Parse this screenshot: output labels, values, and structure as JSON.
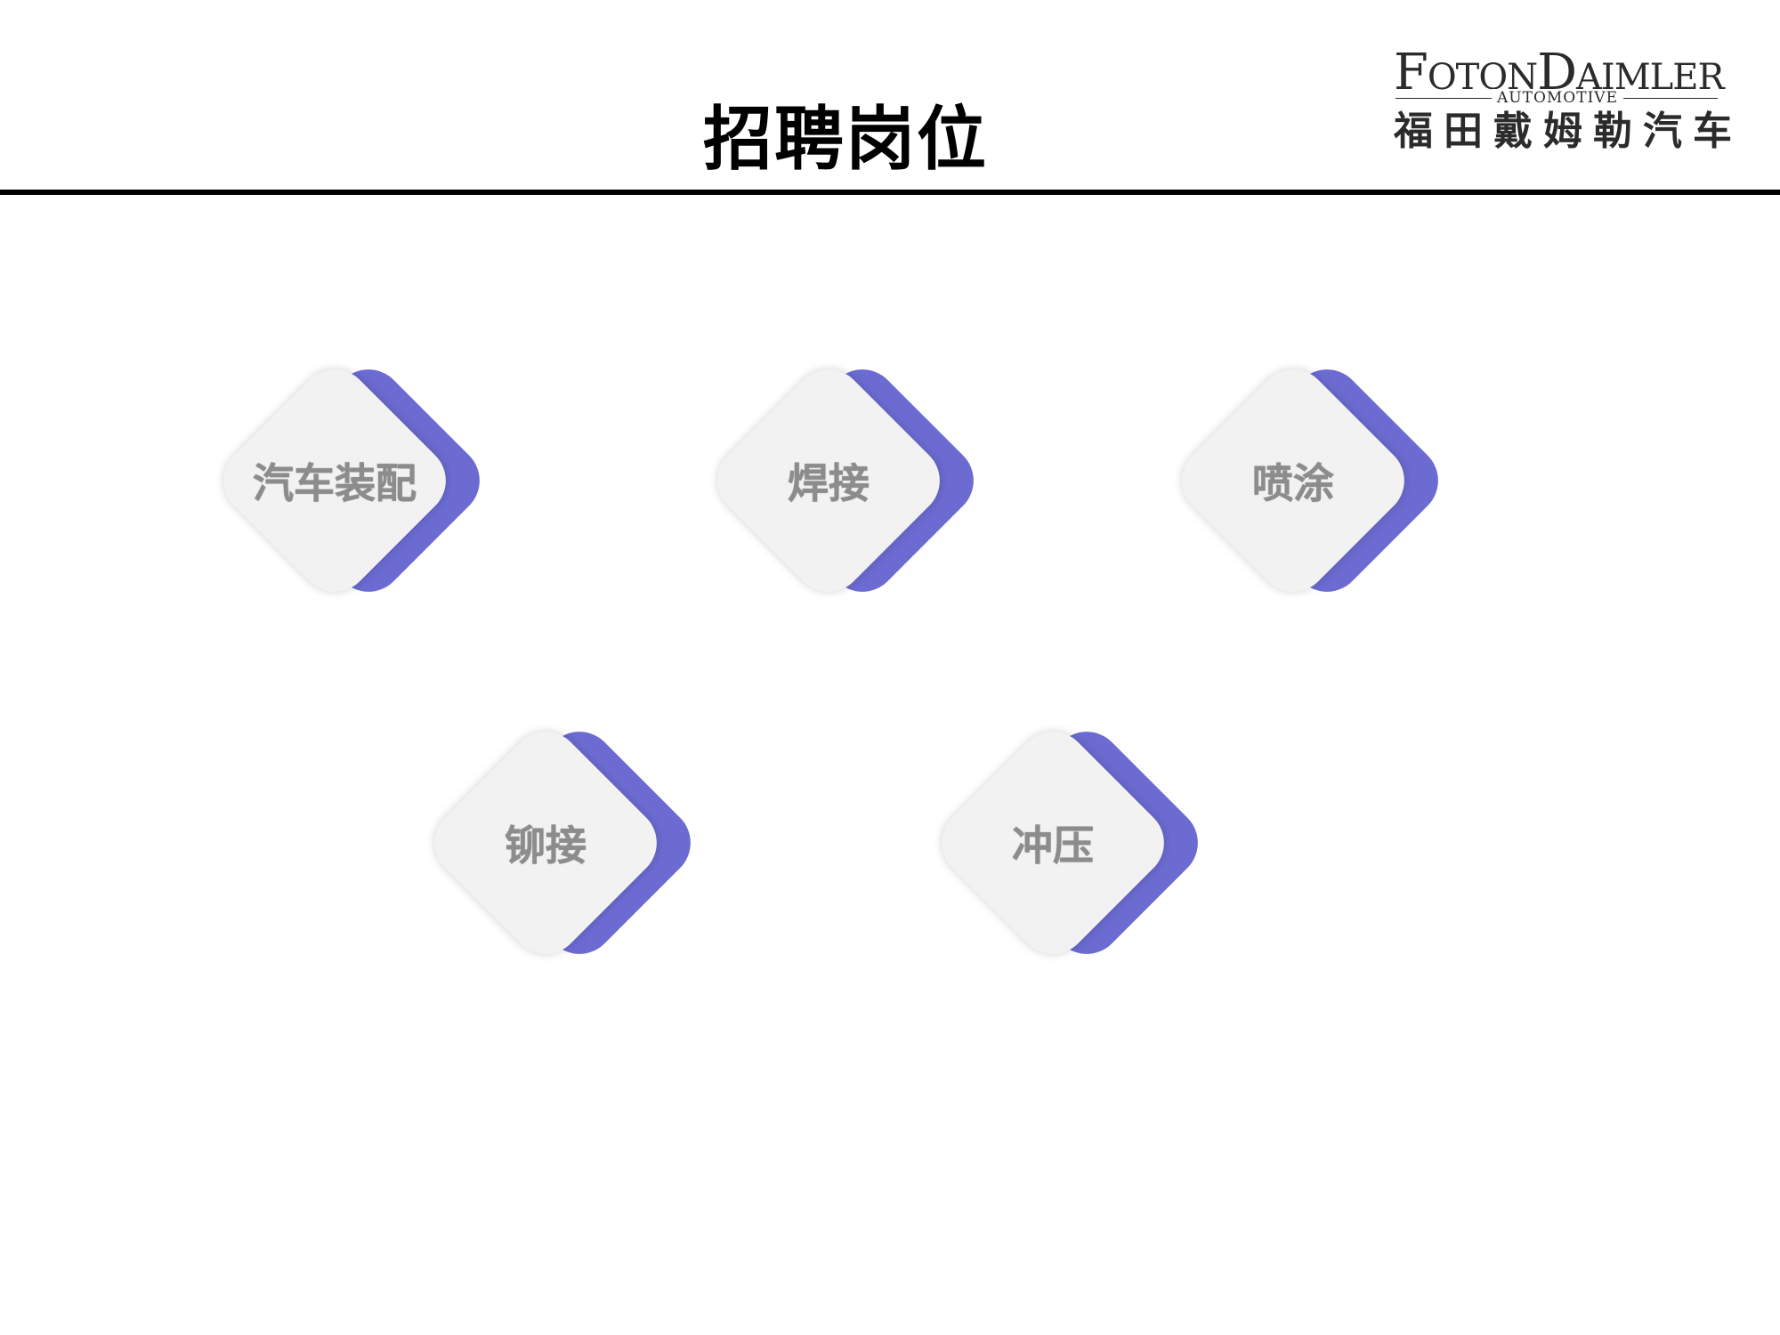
{
  "slide": {
    "title": "招聘岗位"
  },
  "logo": {
    "brand_en": "FotonDaimler",
    "brand_en_parts": [
      "F",
      "OTON",
      "D",
      "AIMLER"
    ],
    "sub": "AUTOMOTIVE",
    "brand_cn": "福田戴姆勒汽车"
  },
  "positions": [
    {
      "label": "汽车装配"
    },
    {
      "label": "焊接"
    },
    {
      "label": "喷涂"
    },
    {
      "label": "铆接"
    },
    {
      "label": "冲压"
    }
  ],
  "colors": {
    "accent": "#6b6bd1",
    "card_face": "#f2f2f2",
    "label_text": "#8c8c8c",
    "title_text": "#000000",
    "rule": "#000000"
  }
}
